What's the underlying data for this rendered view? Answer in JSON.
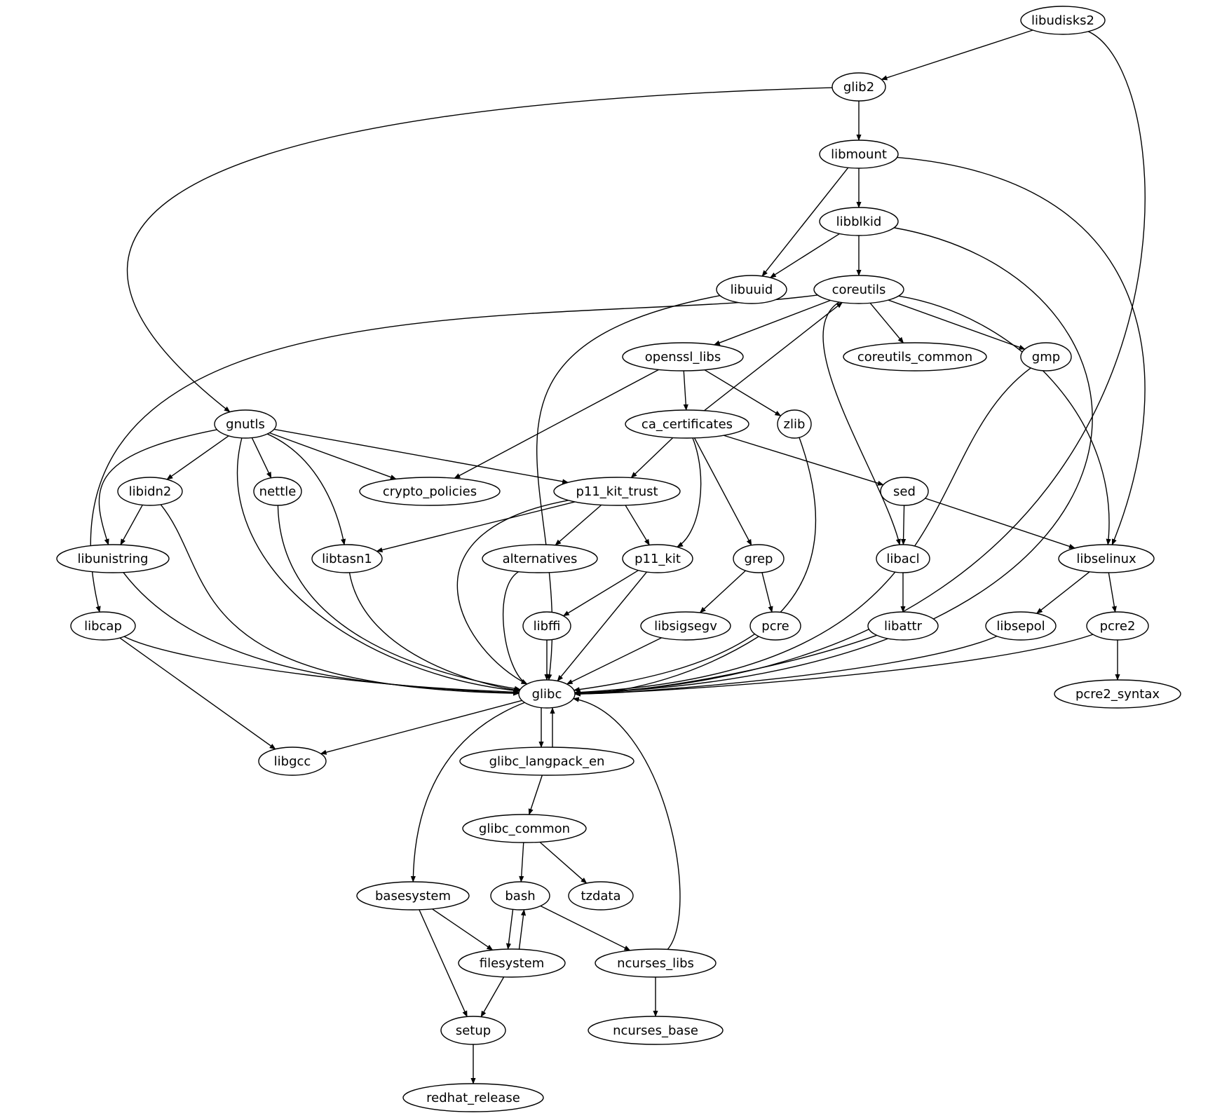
{
  "nodes": [
    {
      "id": "libudisks2",
      "label": "libudisks2"
    },
    {
      "id": "glib2",
      "label": "glib2"
    },
    {
      "id": "libmount",
      "label": "libmount"
    },
    {
      "id": "libblkid",
      "label": "libblkid"
    },
    {
      "id": "libuuid",
      "label": "libuuid"
    },
    {
      "id": "coreutils",
      "label": "coreutils"
    },
    {
      "id": "openssl_libs",
      "label": "openssl_libs"
    },
    {
      "id": "coreutils_common",
      "label": "coreutils_common"
    },
    {
      "id": "gmp",
      "label": "gmp"
    },
    {
      "id": "gnutls",
      "label": "gnutls"
    },
    {
      "id": "ca_certificates",
      "label": "ca_certificates"
    },
    {
      "id": "zlib",
      "label": "zlib"
    },
    {
      "id": "libidn2",
      "label": "libidn2"
    },
    {
      "id": "nettle",
      "label": "nettle"
    },
    {
      "id": "crypto_policies",
      "label": "crypto_policies"
    },
    {
      "id": "p11_kit_trust",
      "label": "p11_kit_trust"
    },
    {
      "id": "sed",
      "label": "sed"
    },
    {
      "id": "libunistring",
      "label": "libunistring"
    },
    {
      "id": "libtasn1",
      "label": "libtasn1"
    },
    {
      "id": "alternatives",
      "label": "alternatives"
    },
    {
      "id": "p11_kit",
      "label": "p11_kit"
    },
    {
      "id": "grep",
      "label": "grep"
    },
    {
      "id": "libacl",
      "label": "libacl"
    },
    {
      "id": "libselinux",
      "label": "libselinux"
    },
    {
      "id": "libcap",
      "label": "libcap"
    },
    {
      "id": "libffi",
      "label": "libffi"
    },
    {
      "id": "libsigsegv",
      "label": "libsigsegv"
    },
    {
      "id": "pcre",
      "label": "pcre"
    },
    {
      "id": "libattr",
      "label": "libattr"
    },
    {
      "id": "libsepol",
      "label": "libsepol"
    },
    {
      "id": "pcre2",
      "label": "pcre2"
    },
    {
      "id": "glibc",
      "label": "glibc"
    },
    {
      "id": "pcre2_syntax",
      "label": "pcre2_syntax"
    },
    {
      "id": "libgcc",
      "label": "libgcc"
    },
    {
      "id": "glibc_langpack_en",
      "label": "glibc_langpack_en"
    },
    {
      "id": "glibc_common",
      "label": "glibc_common"
    },
    {
      "id": "basesystem",
      "label": "basesystem"
    },
    {
      "id": "bash",
      "label": "bash"
    },
    {
      "id": "tzdata",
      "label": "tzdata"
    },
    {
      "id": "filesystem",
      "label": "filesystem"
    },
    {
      "id": "ncurses_libs",
      "label": "ncurses_libs"
    },
    {
      "id": "setup",
      "label": "setup"
    },
    {
      "id": "ncurses_base",
      "label": "ncurses_base"
    },
    {
      "id": "redhat_release",
      "label": "redhat_release"
    }
  ],
  "edges": [
    [
      "libudisks2",
      "glib2"
    ],
    [
      "libudisks2",
      "glibc"
    ],
    [
      "glib2",
      "libmount"
    ],
    [
      "glib2",
      "gnutls"
    ],
    [
      "libmount",
      "libblkid"
    ],
    [
      "libmount",
      "libuuid"
    ],
    [
      "libmount",
      "libselinux"
    ],
    [
      "libblkid",
      "libuuid"
    ],
    [
      "libblkid",
      "coreutils"
    ],
    [
      "libblkid",
      "glibc"
    ],
    [
      "libuuid",
      "glibc"
    ],
    [
      "coreutils",
      "openssl_libs"
    ],
    [
      "coreutils",
      "coreutils_common"
    ],
    [
      "coreutils",
      "gmp"
    ],
    [
      "coreutils",
      "libcap"
    ],
    [
      "coreutils",
      "libacl"
    ],
    [
      "coreutils",
      "libselinux"
    ],
    [
      "openssl_libs",
      "ca_certificates"
    ],
    [
      "openssl_libs",
      "zlib"
    ],
    [
      "openssl_libs",
      "crypto_policies"
    ],
    [
      "ca_certificates",
      "coreutils"
    ],
    [
      "ca_certificates",
      "p11_kit_trust"
    ],
    [
      "ca_certificates",
      "p11_kit"
    ],
    [
      "ca_certificates",
      "grep"
    ],
    [
      "ca_certificates",
      "sed"
    ],
    [
      "gmp",
      "glibc"
    ],
    [
      "zlib",
      "glibc"
    ],
    [
      "gnutls",
      "libidn2"
    ],
    [
      "gnutls",
      "nettle"
    ],
    [
      "gnutls",
      "crypto_policies"
    ],
    [
      "gnutls",
      "p11_kit_trust"
    ],
    [
      "gnutls",
      "libunistring"
    ],
    [
      "gnutls",
      "libtasn1"
    ],
    [
      "gnutls",
      "glibc"
    ],
    [
      "libidn2",
      "libunistring"
    ],
    [
      "libidn2",
      "glibc"
    ],
    [
      "nettle",
      "glibc"
    ],
    [
      "p11_kit_trust",
      "libtasn1"
    ],
    [
      "p11_kit_trust",
      "alternatives"
    ],
    [
      "p11_kit_trust",
      "p11_kit"
    ],
    [
      "p11_kit_trust",
      "glibc"
    ],
    [
      "sed",
      "libacl"
    ],
    [
      "sed",
      "libselinux"
    ],
    [
      "libunistring",
      "glibc"
    ],
    [
      "libtasn1",
      "glibc"
    ],
    [
      "alternatives",
      "glibc"
    ],
    [
      "p11_kit",
      "libffi"
    ],
    [
      "p11_kit",
      "glibc"
    ],
    [
      "grep",
      "libsigsegv"
    ],
    [
      "grep",
      "pcre"
    ],
    [
      "libacl",
      "libattr"
    ],
    [
      "libselinux",
      "libsepol"
    ],
    [
      "libselinux",
      "pcre2"
    ],
    [
      "libcap",
      "glibc"
    ],
    [
      "libcap",
      "libgcc"
    ],
    [
      "libffi",
      "glibc"
    ],
    [
      "libsigsegv",
      "glibc"
    ],
    [
      "pcre",
      "glibc"
    ],
    [
      "libattr",
      "glibc"
    ],
    [
      "libsepol",
      "glibc"
    ],
    [
      "pcre2",
      "glibc"
    ],
    [
      "pcre2",
      "pcre2_syntax"
    ],
    [
      "glibc",
      "libgcc"
    ],
    [
      "glibc",
      "glibc_langpack_en"
    ],
    [
      "glibc",
      "basesystem"
    ],
    [
      "glibc_langpack_en",
      "glibc"
    ],
    [
      "glibc_langpack_en",
      "glibc_common"
    ],
    [
      "glibc_common",
      "bash"
    ],
    [
      "glibc_common",
      "tzdata"
    ],
    [
      "basesystem",
      "filesystem"
    ],
    [
      "basesystem",
      "setup"
    ],
    [
      "bash",
      "filesystem"
    ],
    [
      "bash",
      "ncurses_libs"
    ],
    [
      "filesystem",
      "bash"
    ],
    [
      "filesystem",
      "setup"
    ],
    [
      "ncurses_libs",
      "glibc"
    ],
    [
      "ncurses_libs",
      "ncurses_base"
    ],
    [
      "setup",
      "redhat_release"
    ]
  ]
}
